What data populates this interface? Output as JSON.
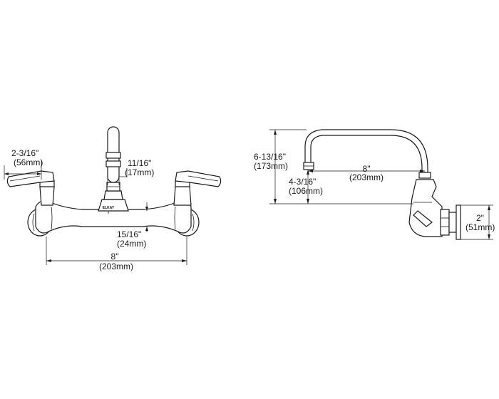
{
  "front_view": {
    "handle_offset": {
      "imperial": "2-3/16\"",
      "metric": "(56mm)"
    },
    "spout_diameter": {
      "imperial": "11/16\"",
      "metric": "(17mm)"
    },
    "body_height": {
      "imperial": "15/16\"",
      "metric": "(24mm)"
    },
    "centers": {
      "imperial": "8\"",
      "metric": "(203mm)"
    },
    "brand_mark": "ELKAY"
  },
  "side_view": {
    "spout_height": {
      "imperial": "6-13/16\"",
      "metric": "(173mm)"
    },
    "spout_reach": {
      "imperial": "8\"",
      "metric": "(203mm)"
    },
    "outlet_height": {
      "imperial": "4-3/16\"",
      "metric": "(106mm)"
    },
    "flange": {
      "imperial": "2\"",
      "metric": "(51mm)"
    }
  }
}
